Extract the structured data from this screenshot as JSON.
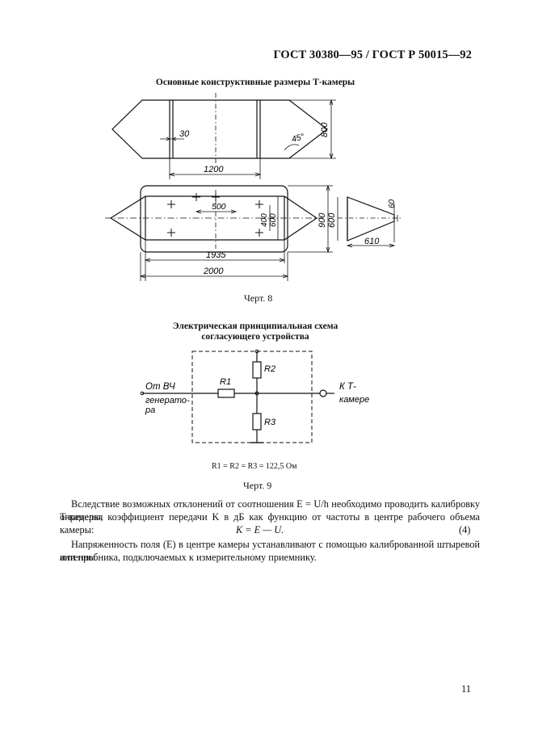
{
  "header": {
    "standard": "ГОСТ 30380—95 / ГОСТ Р 50015—92"
  },
  "figure8": {
    "title": "Основные конструктивные размеры Т-камеры",
    "caption": "Черт. 8",
    "dims": {
      "d30": "30",
      "d45": "45°",
      "d800": "800",
      "d1200": "1200",
      "d500": "500",
      "d400": "400",
      "d600a": "600",
      "d900": "900",
      "d600b": "600",
      "d60": "60",
      "d610": "610",
      "d1935": "1935",
      "d2000": "2000"
    }
  },
  "figure9": {
    "title_line1": "Электрическая принципиальная схема",
    "title_line2": "согласующего устройства",
    "caption": "Черт. 9",
    "labels": {
      "from_line1": "От ВЧ",
      "from_line2": "генерато-",
      "from_line3": "ра",
      "to_line1": "К Т-",
      "to_line2": "камере",
      "r1": "R1",
      "r2": "R2",
      "r3": "R3"
    },
    "formula": "R1 = R2 = R3 = 122,5 Ом"
  },
  "body": {
    "para1_line1": "Вследствие возможных отклонений от соотношения E = U/h необходимо проводить калибровку Т-камеры,",
    "para1_line2": "определяя коэффициент передачи K в дБ как функцию от частоты в центре рабочего объема камеры:",
    "equation": "K = E — U.",
    "equation_number": "(4)",
    "para2_line1": "Напряженность поля (E) в центре камеры устанавливают с помощью калиброванной штыревой антенны",
    "para2_line2": "или пробника, подключаемых к измерительному приемнику."
  },
  "page_number": "11"
}
